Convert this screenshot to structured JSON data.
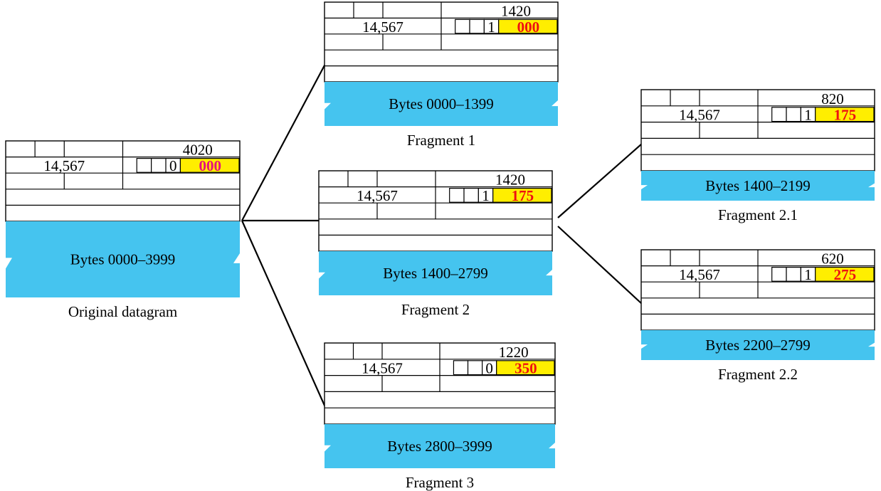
{
  "colors": {
    "payload": "#45c4ef",
    "offset_highlight": "#ffee00",
    "offset_text": "#ee1111",
    "offset_text_first": "#e4117d"
  },
  "datagrams": [
    {
      "id": "original",
      "total_length": "4020",
      "identification": "14,567",
      "mf_flag": "0",
      "offset": "000",
      "payload_label": "Bytes 0000–3999",
      "caption": "Original datagram"
    },
    {
      "id": "fragment-1",
      "total_length": "1420",
      "identification": "14,567",
      "mf_flag": "1",
      "offset": "000",
      "payload_label": "Bytes 0000–1399",
      "caption": "Fragment 1"
    },
    {
      "id": "fragment-2",
      "total_length": "1420",
      "identification": "14,567",
      "mf_flag": "1",
      "offset": "175",
      "payload_label": "Bytes 1400–2799",
      "caption": "Fragment 2"
    },
    {
      "id": "fragment-3",
      "total_length": "1220",
      "identification": "14,567",
      "mf_flag": "0",
      "offset": "350",
      "payload_label": "Bytes 2800–3999",
      "caption": "Fragment 3"
    },
    {
      "id": "fragment-2-1",
      "total_length": "820",
      "identification": "14,567",
      "mf_flag": "1",
      "offset": "175",
      "payload_label": "Bytes 1400–2199",
      "caption": "Fragment 2.1"
    },
    {
      "id": "fragment-2-2",
      "total_length": "620",
      "identification": "14,567",
      "mf_flag": "1",
      "offset": "275",
      "payload_label": "Bytes 2200–2799",
      "caption": "Fragment 2.2"
    }
  ]
}
